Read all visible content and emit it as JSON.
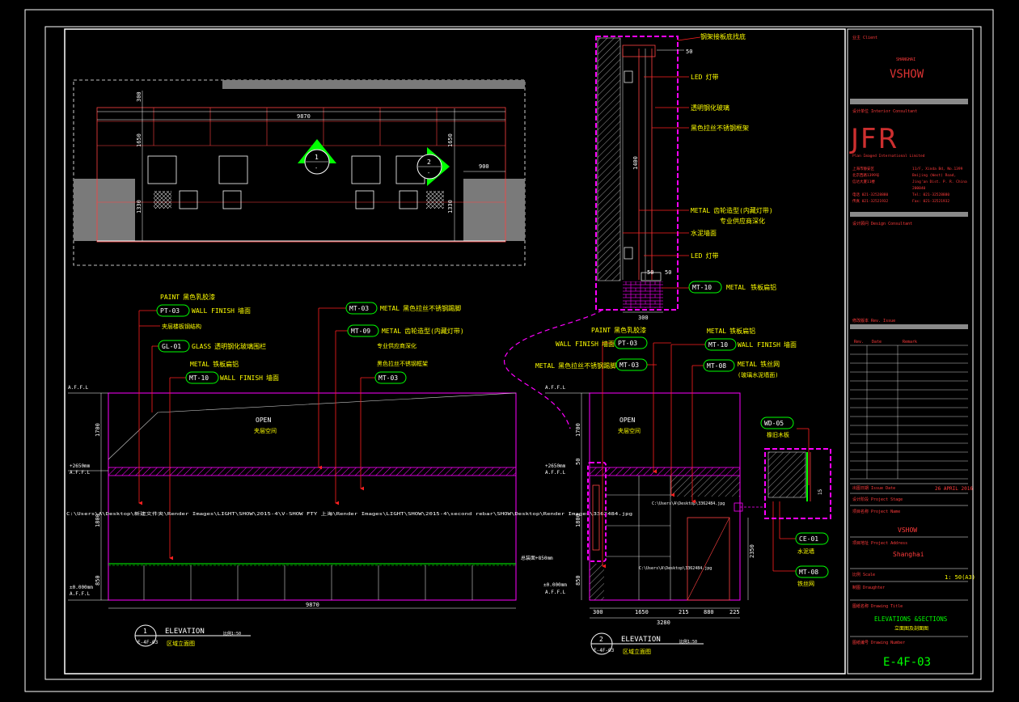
{
  "colors": {
    "background": "#000000",
    "frame": "#ffffff",
    "text": "#ffff00",
    "accent": "#00ff00",
    "leader": "#ff2020",
    "outline": "#ff00ff",
    "dim": "#ffffff",
    "wall": "#7a7a7a"
  },
  "plan": {
    "width_dim": "9870",
    "dim_900": "900",
    "dims_left": [
      "300",
      "1650",
      "1330"
    ],
    "dims_right": [
      "1650",
      "1330"
    ],
    "marker_1": {
      "number": "1",
      "sub": "-"
    },
    "marker_2": {
      "number": "2",
      "sub": "-"
    }
  },
  "section": {
    "top_note": "钢架接板底找底",
    "top_dims": [
      "50"
    ],
    "mid_dim": "1400",
    "dims_bottom": [
      "50",
      "50",
      "300"
    ],
    "callouts": [
      {
        "code": "",
        "mat": "LED",
        "desc": "灯带"
      },
      {
        "code": "",
        "mat": "",
        "desc": "透明钢化玻璃"
      },
      {
        "code": "",
        "mat": "",
        "desc": "黑色拉丝不锈钢框架"
      },
      {
        "code": "",
        "mat": "METAL",
        "desc": "齿轮造型(内藏灯带)"
      },
      {
        "code": "",
        "mat": "",
        "desc": "专业供应商深化"
      },
      {
        "code": "",
        "mat": "",
        "desc": "水泥墙面"
      },
      {
        "code": "",
        "mat": "LED",
        "desc": "灯带"
      },
      {
        "code": "MT-10",
        "mat": "METAL",
        "desc": "铁板扁铝"
      }
    ]
  },
  "elevation1": {
    "tags": [
      {
        "pre": "PAINT",
        "desc": "黑色乳胶漆",
        "code": "PT-03",
        "post": "WALL FINISH",
        "post_desc": "墙面"
      },
      {
        "pre": "",
        "desc": "夹层楼板钢结构",
        "code": "",
        "post": "",
        "post_desc": ""
      },
      {
        "pre": "",
        "desc": "",
        "code": "GL-01",
        "post": "GLASS",
        "post_desc": "透明钢化玻璃围栏"
      },
      {
        "pre": "METAL",
        "desc": "铁板扁铝",
        "code": "MT-10",
        "post": "WALL FINISH",
        "post_desc": "墙面"
      },
      {
        "pre": "",
        "desc": "",
        "code": "MT-03",
        "post": "METAL",
        "post_desc": "黑色拉丝不锈钢踢脚"
      },
      {
        "pre": "",
        "desc": "",
        "code": "MT-09",
        "post": "METAL",
        "post_desc": "齿轮造型(内藏灯带)"
      },
      {
        "pre": "",
        "desc": "专业供应商深化",
        "code": "",
        "post": "",
        "post_desc": ""
      },
      {
        "pre": "",
        "desc": "黑色拉丝不锈钢框架",
        "code": "MT-03",
        "post": "",
        "post_desc": ""
      }
    ],
    "open_label": "OPEN",
    "open_sub": "夹层空间",
    "level_top": "A.F.F.L",
    "level_mid": "+2650mm",
    "level_low": "±0.000mm",
    "level_low_sub": "A.F.F.L",
    "dims_left": [
      "1700",
      "1800",
      "850"
    ],
    "bottom_dim": "9870",
    "title_num": "1",
    "title_ref": "E-4F-03",
    "title": "ELEVATION",
    "title_cn": "区域立面图",
    "scale": "比例1:50"
  },
  "elevation2": {
    "tags": [
      {
        "pre": "PAINT",
        "desc": "黑色乳胶漆",
        "code": "PT-03",
        "lead": "WALL FINISH",
        "lead_desc": "墙面"
      },
      {
        "pre": "METAL",
        "desc": "黑色拉丝不锈钢踢脚",
        "code": "MT-03"
      },
      {
        "pre": "METAL",
        "desc": "铁板扁铝",
        "code": "MT-10",
        "post": "WALL FINISH",
        "post_desc": "墙面"
      },
      {
        "pre": "METAL",
        "desc": "铁丝网",
        "code": "MT-08",
        "post_desc": "(玻璃水泥墙面)"
      }
    ],
    "open_label": "OPEN",
    "open_sub": "夹层空间",
    "level_mid": "+2650mm",
    "level_low": "±0.000mm",
    "level_label": "A.F.F.L",
    "dims_left": [
      "1700",
      "50",
      "1800",
      "850"
    ],
    "dims_bottom": [
      "300",
      "1650",
      "215",
      "880",
      "225"
    ],
    "bottom_total": "3280",
    "right_dim": "2350",
    "wd_code": "WD-05",
    "wd_desc": "橡旧木板",
    "wd_dim": "15",
    "ce_code": "CE-01",
    "ce_desc": "水泥墙",
    "mt8_code": "MT-08",
    "mt8_desc": "铁丝网",
    "title_num": "2",
    "title_ref": "E-4F-03",
    "title": "ELEVATION",
    "title_cn": "区域立面图",
    "scale": "比例1:50"
  },
  "titleblock": {
    "client_label": "业主 Client",
    "client_sub": "SHANGHAI",
    "client": "VSHOW",
    "consultant_label": "设计单位 Interior Consultant",
    "company_logo": "JFR",
    "company_name": "Plan Imaged International Limited",
    "address_left": [
      "上海市静安区",
      "北京西路1399号",
      "信达大厦11楼",
      "电话 021-32528880",
      "传真 021-32521932"
    ],
    "address_right": [
      "11/F, Xinda Bd, No.1399",
      "Beijing (West) Road,",
      "Jing'an Dist. P. R. China",
      "200040",
      "Tel: 021-32528880",
      "Fax: 021-32521932"
    ],
    "design_label": "设计顾问 Design Consultant",
    "rev_label": "修改版本 Rev. Issue",
    "rev_cols": [
      "Rev.",
      "Date",
      "Remark"
    ],
    "issue_label": "出图日期 Issue Date",
    "issue_date": "26 APRIL 2016",
    "stage_label": "设计阶段 Project Stage",
    "project_label": "项目名称 Project Name",
    "project": "VSHOW",
    "address_label": "项目地址 Project Address",
    "address": "Shanghai",
    "scale_label": "比例 Scale",
    "scale": "1: 50(A3)",
    "drawn_label": "制图 Draughter",
    "title_label": "图纸名称 Drawing Title",
    "drawing_title": "ELEVATIONS &SECTIONS",
    "drawing_title_cn": "立面图及剖面图",
    "number_label": "图纸编号 Drawing Number",
    "drawing_number": "E-4F-03"
  },
  "overlay": {
    "path_long": "C:\\Users\\A\\Desktop\\新建文件夹\\Render Images\\LIGHT\\SHOW\\2015-4\\V-SHOW FTY 上海\\Render Images\\LIGHT\\SHOW\\2015-4\\second rebar\\SHOW\\Desktop\\Render Images\\3362484.jpg",
    "path_short1": "C:\\Users\\A\\Desktop\\3362484.jpg",
    "path_short2": "C:\\Users\\A\\Desktop\\3362484.jpg",
    "dim_note": "总装面+850mm"
  }
}
